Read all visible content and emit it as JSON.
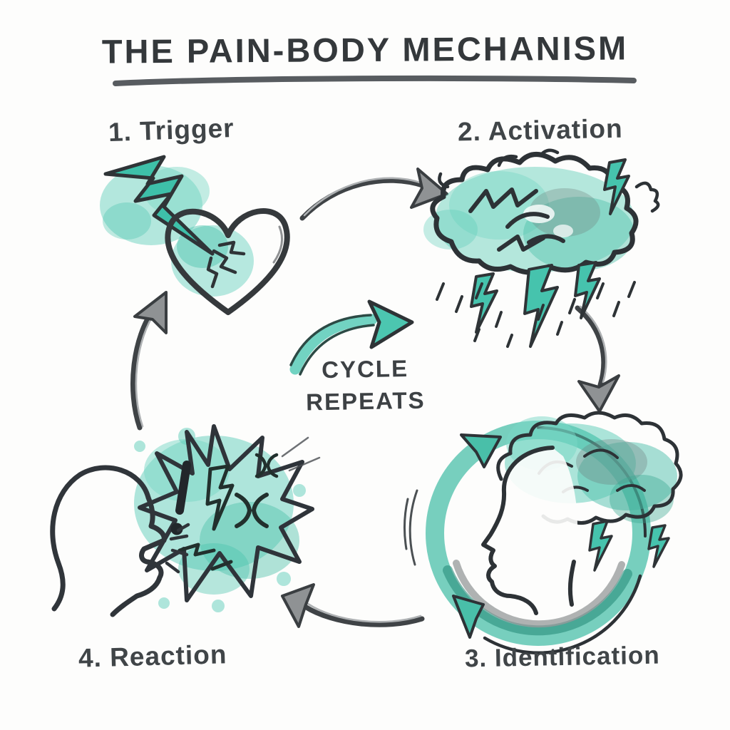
{
  "title": "THE PAIN-BODY MECHANISM",
  "center": {
    "line1": "CYCLE",
    "line2": "REPEATS"
  },
  "stages": [
    {
      "label": "1. Trigger",
      "icon": "lightning-striking-heart"
    },
    {
      "label": "2. Activation",
      "icon": "storm-cloud-lightning-rain"
    },
    {
      "label": "3. Identification",
      "icon": "head-storm-brain-cycle-ring"
    },
    {
      "label": "4. Reaction",
      "icon": "shouting-head-anger-burst"
    }
  ],
  "colors": {
    "teal": "#4cc4ae",
    "teal_light": "#8fdfd0",
    "teal_dark": "#2a8d7b",
    "ink": "#33383c",
    "arrow_gray": "#8f9294",
    "background": "#fdfdfc"
  }
}
